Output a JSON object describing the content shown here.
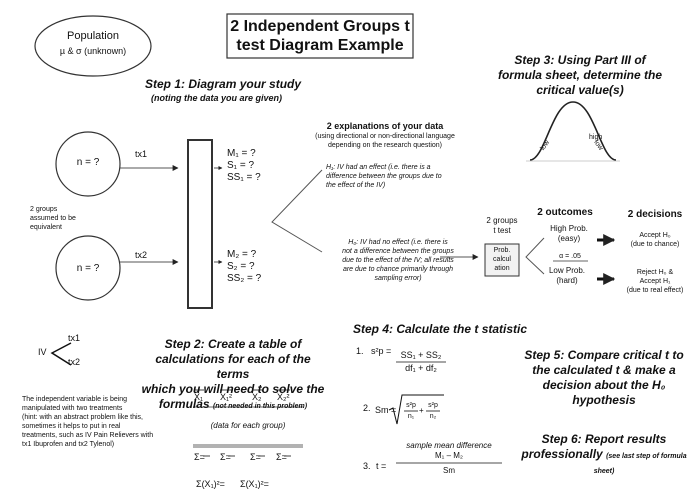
{
  "title": {
    "line1": "2 Independent Groups t",
    "line2": "test Diagram Example"
  },
  "population": {
    "label": "Population",
    "params": "µ & σ (unknown)"
  },
  "step1": {
    "title": "Step 1: Diagram your study",
    "subtitle": "(noting the data you are given)"
  },
  "group1": {
    "n": "n = ?",
    "tx": "tx1",
    "stats": [
      "M₁ = ?",
      "S₁ = ?",
      "SS₁ = ?"
    ]
  },
  "group2": {
    "n": "n = ?",
    "tx": "tx2",
    "stats": [
      "M₂ = ?",
      "S₂ = ?",
      "SS₂ = ?"
    ]
  },
  "groups_note": "2 groups\nassumed to be\nequivalent",
  "explanations": {
    "title": "2 explanations of your data",
    "sub": "(using directional or non-directional language\ndepending on the research question)",
    "h1": "H₁: IV had an effect (i.e. there is a\ndifference between the groups due to\nthe effect of the IV)",
    "h0": "H₀: IV had no effect (i.e. there is\nnot a difference between the groups\ndue to the effect of the IV; all results\nare due to chance primarily through\nsampling error)"
  },
  "step3": {
    "title": "Step 3: Using Part III of\nformula sheet, determine the\ncritical value(s)"
  },
  "curve_labels": {
    "high_top": "high",
    "low_left": "low",
    "low_right": "low"
  },
  "ttest": {
    "label": "2 groups\nt test",
    "box": "Prob.\ncalcul\nation"
  },
  "outcomes": {
    "title": "2 outcomes",
    "high": "High Prob.\n(easy)",
    "alpha": "α = .05",
    "low": "Low Prob.\n(hard)"
  },
  "decisions": {
    "title": "2 decisions",
    "accept": "Accept H₀\n(due to chance)",
    "reject": "Reject H₀ &\nAccept H₁\n(due to real effect)"
  },
  "iv": {
    "label": "IV",
    "tx1": "tx1",
    "tx2": "tx2"
  },
  "iv_note": "The independent variable is being\nmanipulated with two treatments\n(hint: with an abstract problem like this,\nsometimes it helps to put in real\ntreatments, such as IV Pain Relievers with\ntx1 Ibuprofen and tx2 Tylenol)",
  "step2": {
    "title": "Step 2: Create a table of\ncalculations for each of the terms\nwhich you will need to solve the\nformulas",
    "note": "(not needed in this problem)"
  },
  "table": {
    "headers": [
      "X₁",
      "X₁²",
      "X₂",
      "X₂²"
    ],
    "middle": "(data for each group)",
    "sums": [
      "Σ=",
      "Σ=",
      "Σ=",
      "Σ="
    ],
    "sq_sums": [
      "Σ(X₁)²=",
      "Σ(X₁)²="
    ]
  },
  "step4": {
    "title": "Step 4: Calculate the t statistic"
  },
  "formulas": {
    "n1": "1.",
    "sp_lhs": "s²p =",
    "sp_num": "SS₁ + SS₂",
    "sp_den": "df₁ + df₂",
    "n2": "2.",
    "sm_lhs": "Sm =",
    "sm_a_num": "s²p",
    "sm_a_den": "n₁",
    "sm_plus": "+",
    "sm_b_num": "s²p",
    "sm_b_den": "n₂",
    "n3": "3.",
    "t_lhs": "t =",
    "t_num1": "sample mean difference",
    "t_num2": "M₁ – M₂",
    "t_den": "Sm"
  },
  "step5": {
    "title": "Step 5: Compare critical t to\nthe calculated t & make a\ndecision about the H₀\nhypothesis"
  },
  "step6": {
    "title": "Step 6: Report results\nprofessionally",
    "note": "(see last step of\nformula sheet)"
  }
}
